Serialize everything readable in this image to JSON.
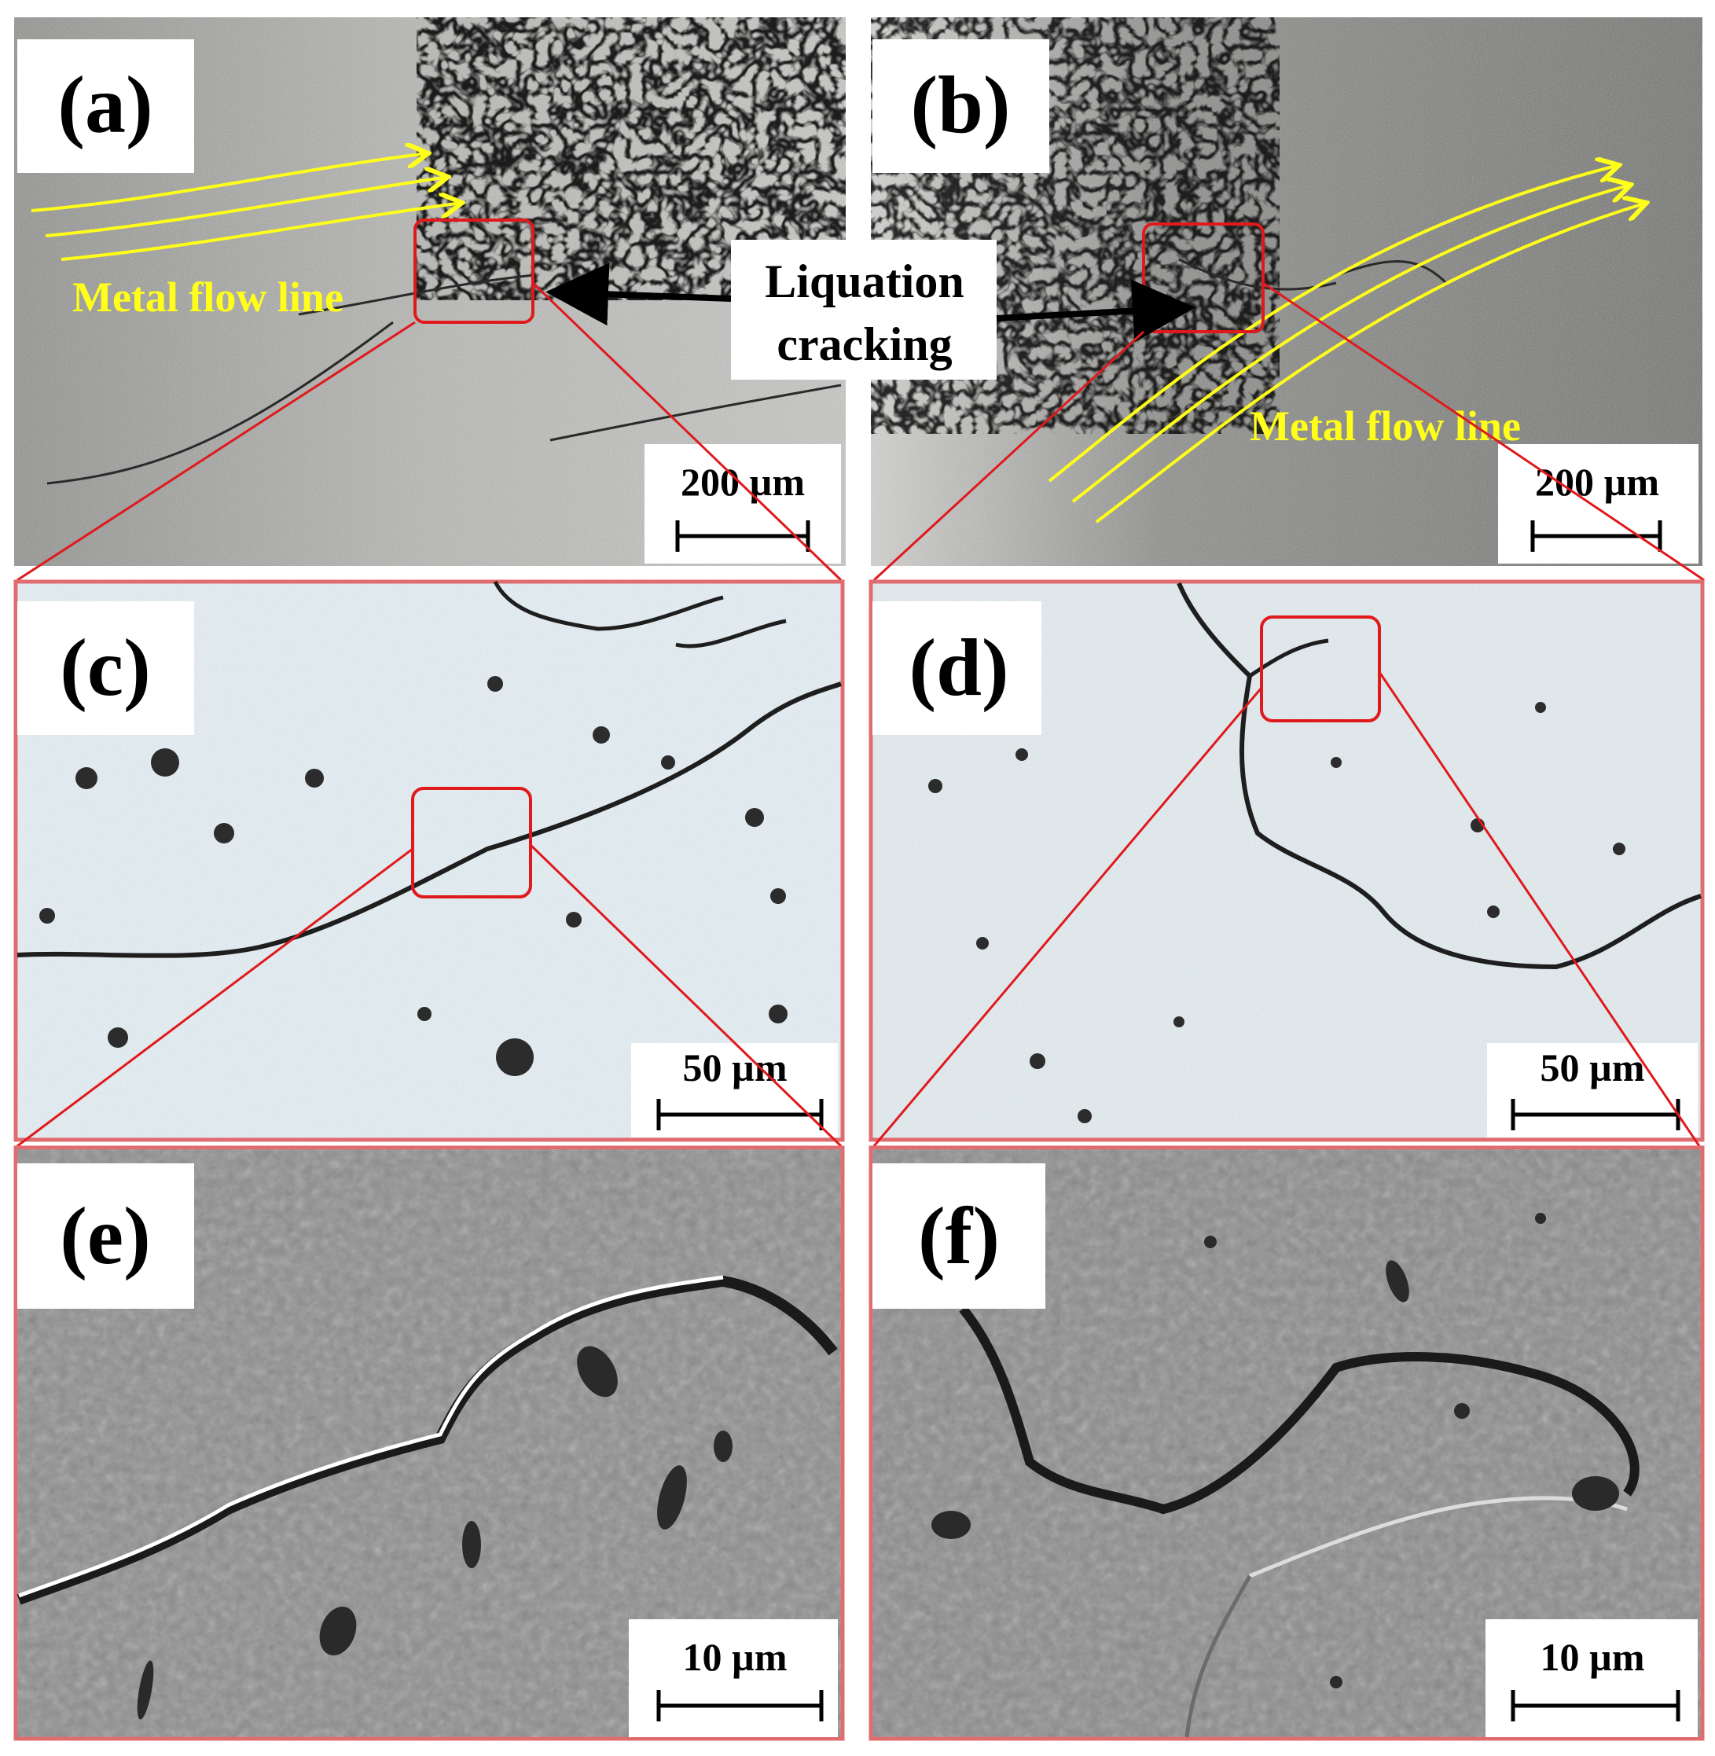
{
  "figure": {
    "panels": [
      {
        "id": "a",
        "label": "(a)",
        "scale_bar": "200 µm",
        "technique": "optical"
      },
      {
        "id": "b",
        "label": "(b)",
        "scale_bar": "200 µm",
        "technique": "optical"
      },
      {
        "id": "c",
        "label": "(c)",
        "scale_bar": "50 µm",
        "technique": "optical"
      },
      {
        "id": "d",
        "label": "(d)",
        "scale_bar": "50 µm",
        "technique": "optical"
      },
      {
        "id": "e",
        "label": "(e)",
        "scale_bar": "10 µm",
        "technique": "sem"
      },
      {
        "id": "f",
        "label": "(f)",
        "scale_bar": "10 µm",
        "technique": "sem"
      }
    ],
    "annotations": {
      "metal_flow_line_a": "Metal flow line",
      "metal_flow_line_b": "Metal flow line",
      "liquation_line1": "Liquation",
      "liquation_line2": "cracking"
    },
    "colors": {
      "zoom_box": "#e0191c",
      "flow_line": "#ffff1a",
      "arrow": "#000000",
      "optical_bg_ab": "#9a9a98",
      "optical_bg_cd": "#e4eef3",
      "sem_bg": "#8e8e8e"
    }
  }
}
